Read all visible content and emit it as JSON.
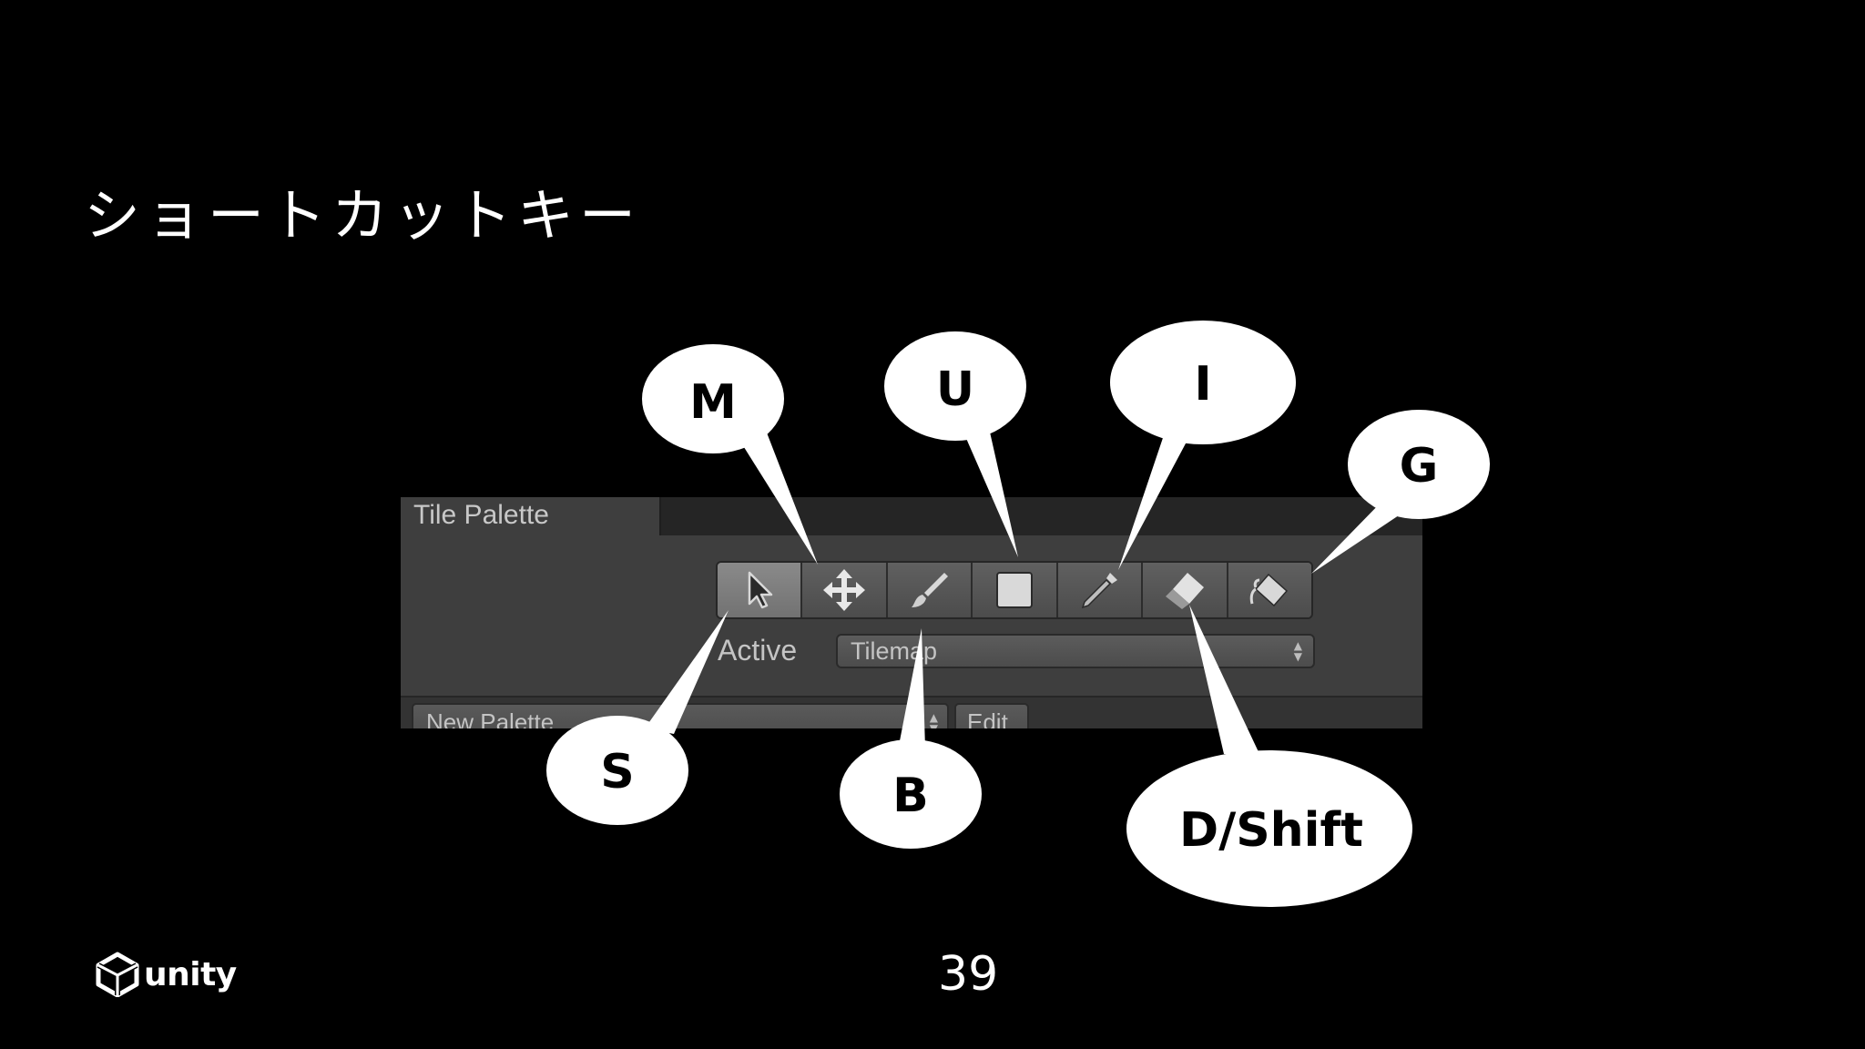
{
  "slide": {
    "title": "ショートカットキー",
    "page_number": "39",
    "logo_text": "unity"
  },
  "tile_palette": {
    "tab_label": "Tile Palette",
    "tools": [
      {
        "name": "select",
        "icon": "arrow-pointer-icon",
        "active": true
      },
      {
        "name": "move",
        "icon": "move-arrows-icon",
        "active": false
      },
      {
        "name": "paint",
        "icon": "brush-icon",
        "active": false
      },
      {
        "name": "box-fill",
        "icon": "square-icon",
        "active": false
      },
      {
        "name": "picker",
        "icon": "eyedropper-icon",
        "active": false
      },
      {
        "name": "erase",
        "icon": "eraser-icon",
        "active": false
      },
      {
        "name": "flood-fill",
        "icon": "paint-bucket-icon",
        "active": false
      }
    ],
    "active_label": "Active",
    "active_target": "Tilemap",
    "palette_select": "New Palette",
    "edit_label": "Edit"
  },
  "callouts": {
    "select": "S",
    "move": "M",
    "paint": "B",
    "box_fill": "U",
    "picker": "I",
    "erase": "D/Shift",
    "flood_fill": "G"
  },
  "colors": {
    "background": "#000000",
    "panel": "#3e3e3e",
    "callout": "#ffffff",
    "text": "#ffffff"
  }
}
